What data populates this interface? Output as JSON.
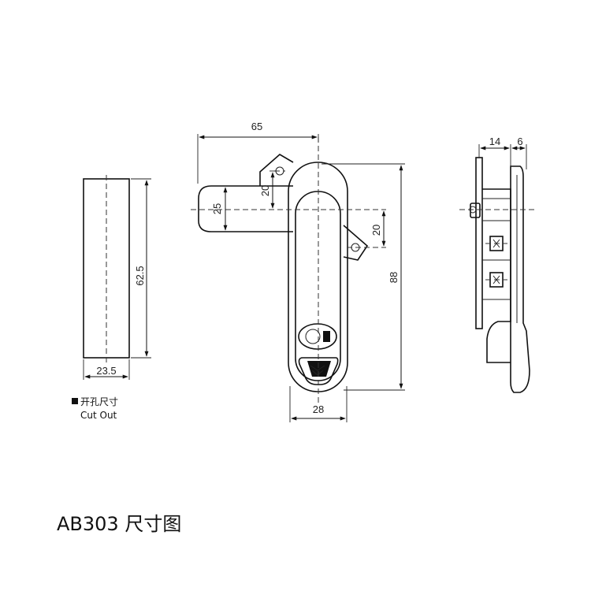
{
  "cutout": {
    "width_label": "23.5",
    "height_label": "62.5",
    "legend_cn": "开孔尺寸",
    "legend_en": "Cut Out"
  },
  "front_view": {
    "width_label": "65",
    "height_label": "88",
    "pivot_offset_label": "20",
    "handle_offset_label": "25",
    "right_offset_label": "20",
    "bottom_width_label": "28"
  },
  "side_view": {
    "depth_label": "14",
    "thickness_label": "6"
  },
  "caption": "AB303 尺寸图"
}
